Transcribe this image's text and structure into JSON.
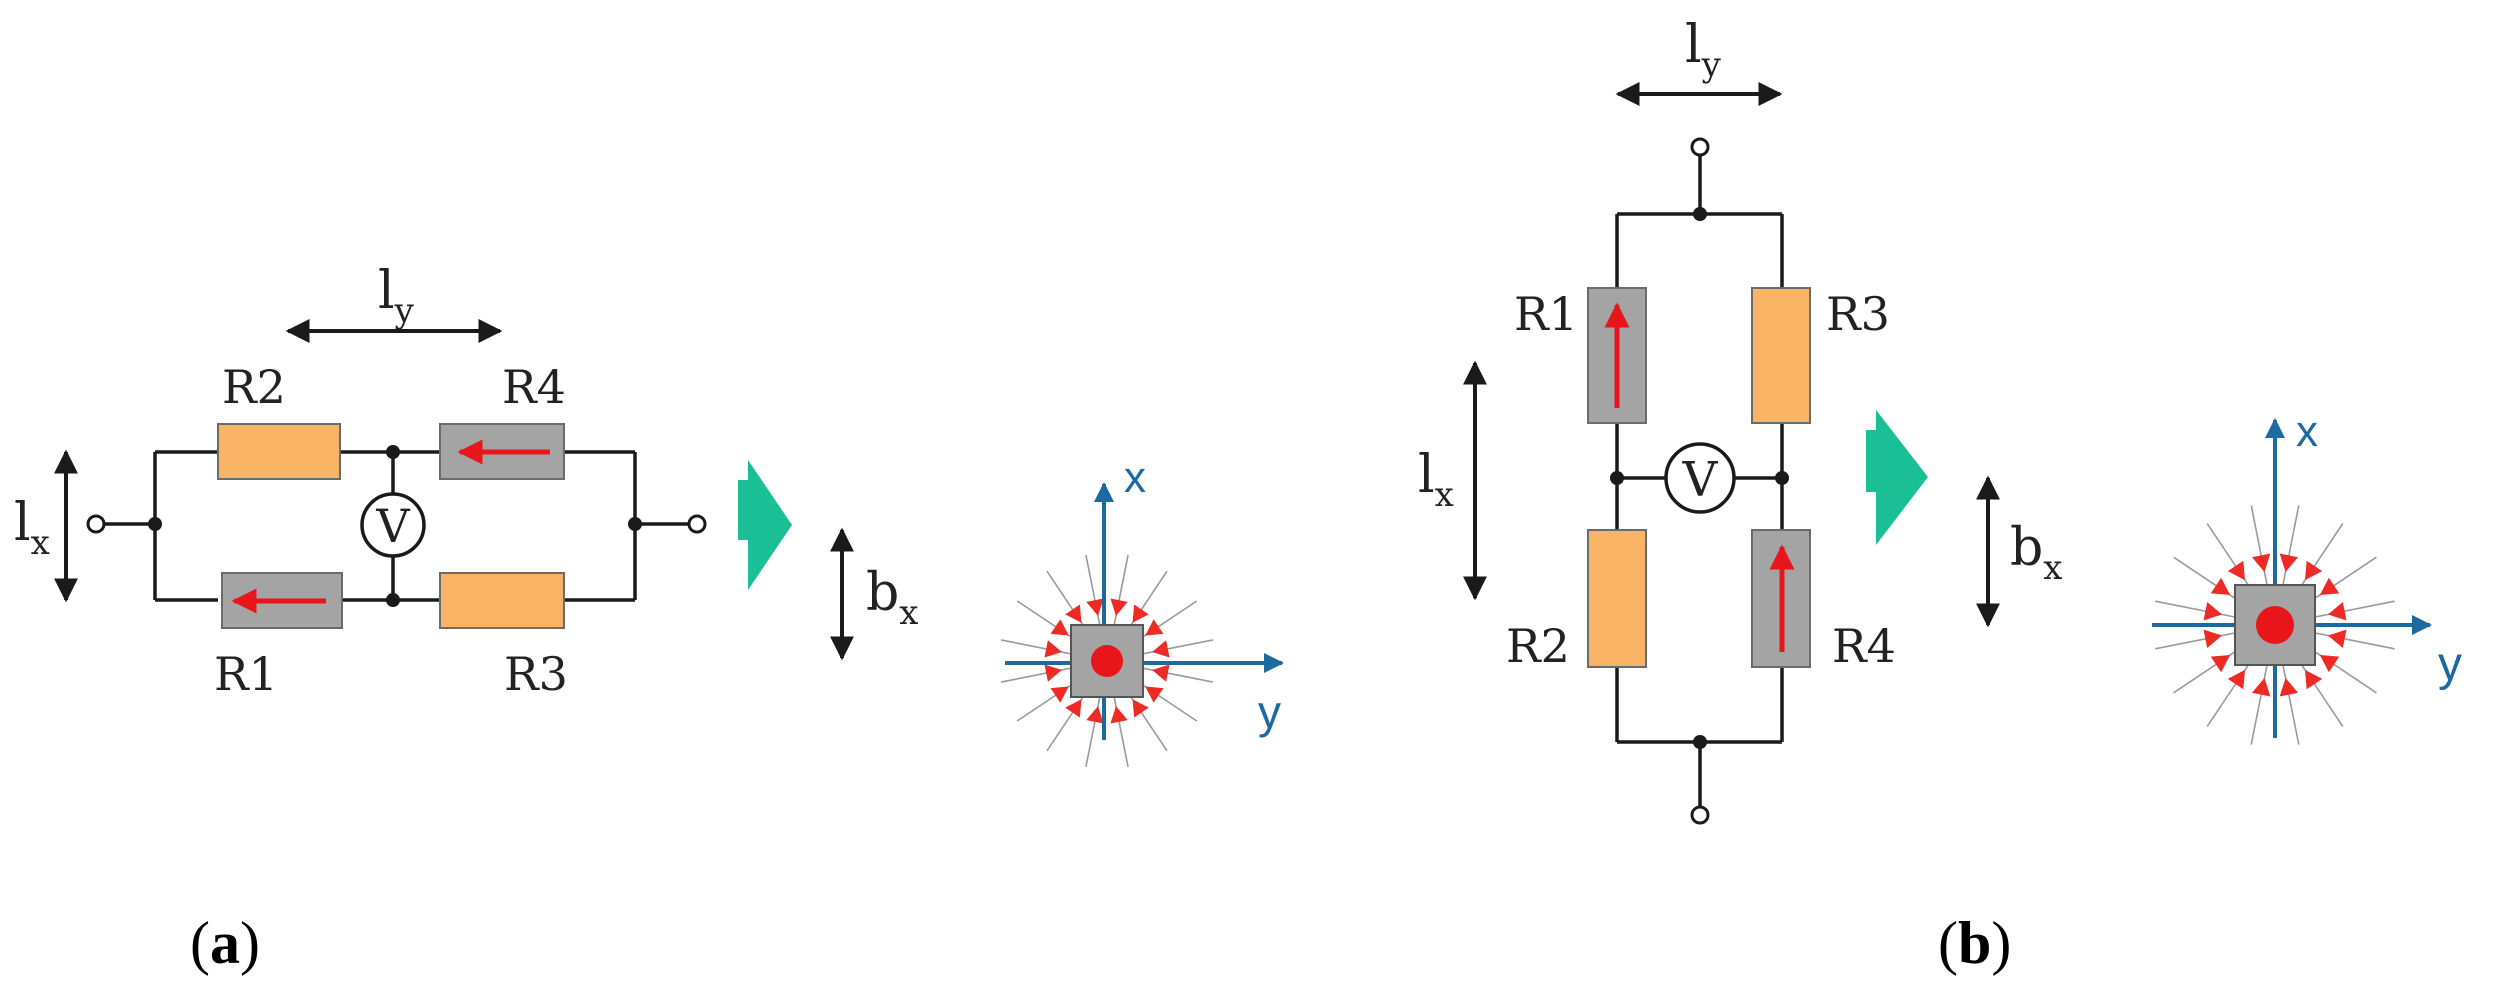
{
  "colors": {
    "wire": "#1a1a1a",
    "resistor_plain": "#F9B565",
    "resistor_sensitive": "#A4A4A4",
    "current_arrow": "#E8161A",
    "flow_arrow": "#1BBF95",
    "axis": "#1C6AA0",
    "stress_arrow": "#EE2A24",
    "center_dot": "#E8161A"
  },
  "panel_a": {
    "caption_letter": "a",
    "dimension_labels": {
      "ly_base": "l",
      "ly_sub": "y",
      "lx_base": "l",
      "lx_sub": "x",
      "bx_base": "b",
      "bx_sub": "x"
    },
    "resistors": {
      "r1": "R1",
      "r2": "R2",
      "r3": "R3",
      "r4": "R4"
    },
    "voltmeter": "V",
    "axes": {
      "x": "x",
      "y": "y"
    }
  },
  "panel_b": {
    "caption_letter": "b",
    "dimension_labels": {
      "ly_base": "l",
      "ly_sub": "y",
      "lx_base": "l",
      "lx_sub": "x",
      "bx_base": "b",
      "bx_sub": "x"
    },
    "resistors": {
      "r1": "R1",
      "r2": "R2",
      "r3": "R3",
      "r4": "R4"
    },
    "voltmeter": "V",
    "axes": {
      "x": "x",
      "y": "y"
    }
  }
}
